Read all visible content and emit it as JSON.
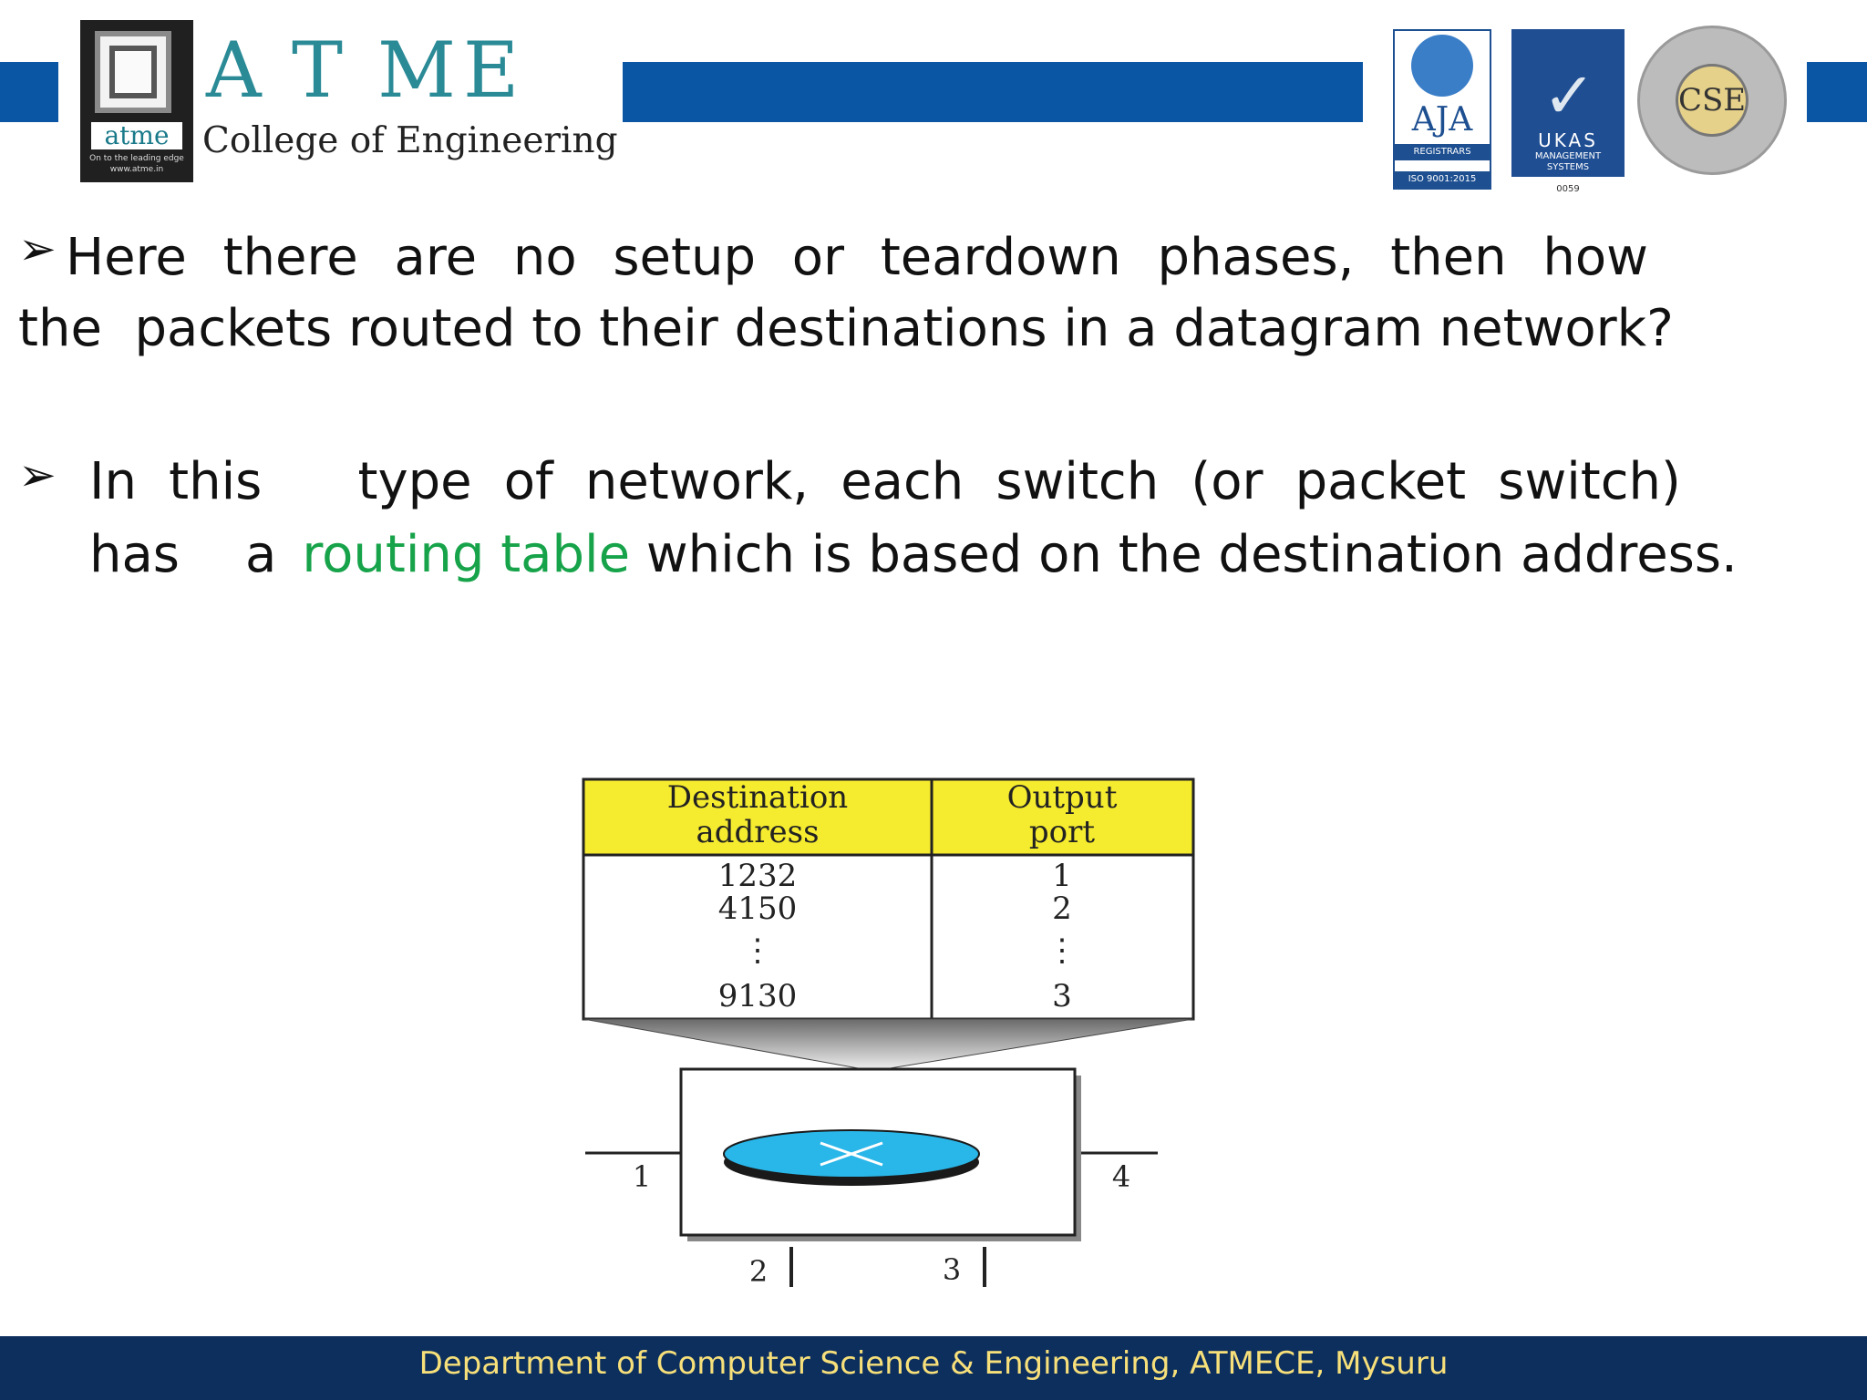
{
  "header": {
    "logo_letters": [
      "A",
      "T",
      "M",
      "E"
    ],
    "logo_small": "atme",
    "logo_tagline": "On to the leading edge",
    "logo_url": "www.atme.in",
    "college_name": "College of Engineering",
    "badge_aja": "AJA",
    "badge_aja_sub": "REGISTRARS",
    "badge_aja_iso": "ISO 9001:2015",
    "badge_ukas": "UKAS",
    "badge_ukas_sub": "MANAGEMENT SYSTEMS",
    "badge_ukas_num": "0059",
    "badge_cse": "CSE"
  },
  "content": {
    "bullet1_line1_words": [
      "Here",
      "there",
      "are",
      "no",
      "setup",
      "or",
      "teardown",
      "phases,",
      "then",
      "how"
    ],
    "bullet1_line2": "the  packets routed to their destinations in a datagram network?",
    "bullet2_line1_words": [
      "In",
      "this",
      "type",
      "of",
      "network,",
      "each",
      "switch",
      "(or",
      "packet",
      "switch)"
    ],
    "bullet2_line2_a": "has",
    "bullet2_line2_b": "a",
    "bullet2_highlight": "routing table",
    "bullet2_line2_rest": " which is based on the destination address.",
    "highlight_color": "#17a34a"
  },
  "diagram": {
    "col1_header_line1": "Destination",
    "col1_header_line2": "address",
    "col2_header_line1": "Output",
    "col2_header_line2": "port",
    "rows": [
      {
        "dest": "1232",
        "port": "1"
      },
      {
        "dest": "4150",
        "port": "2"
      },
      {
        "dest": "⋮",
        "port": "⋮"
      },
      {
        "dest": "9130",
        "port": "3"
      }
    ],
    "port_labels": {
      "left": "1",
      "right": "4",
      "bottom_left": "2",
      "bottom_right": "3"
    }
  },
  "footer": {
    "text": "Department of Computer Science & Engineering, ATMECE, Mysuru"
  },
  "colors": {
    "header_bar": "#0b56a4",
    "footer_bg": "#0d2f5e",
    "footer_text": "#f7e07a",
    "table_header": "#f5eb2f",
    "switch_disk": "#29b6e8"
  }
}
